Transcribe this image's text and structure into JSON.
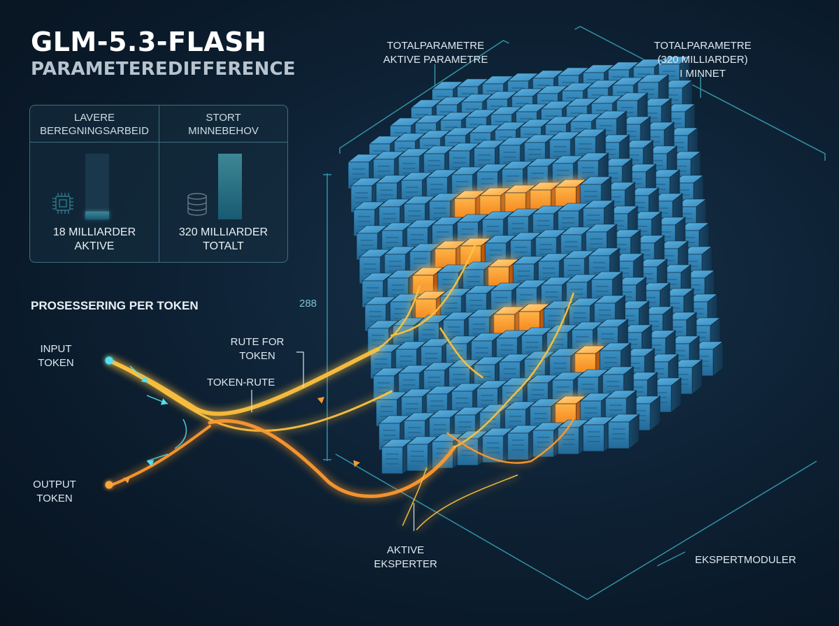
{
  "title": "GLM-5.3-FLASH",
  "subtitle": "PARAMETEREDIFFERENCE",
  "comparison": {
    "compute": {
      "heading": "LAVERE\nBEREGNINGSARBEID",
      "value_label": "18 MILLIARDER\nAKTIVE",
      "fill_fraction": 0.12,
      "icon": "chip-icon"
    },
    "memory": {
      "heading": "STORT\nMINNEBEHOV",
      "value_label": "320 MILLIARDER\nTOTALT",
      "fill_fraction": 1.0,
      "icon": "database-icon"
    }
  },
  "section_label": "PROSESSERING PER TOKEN",
  "labels": {
    "input_token": "INPUT\nTOKEN",
    "output_token": "OUTPUT\nTOKEN",
    "route_for_token": "RUTE FOR\nTOKEN",
    "token_route": "TOKEN-RUTE",
    "active_experts": "AKTIVE\nEKSPERTER",
    "expert_modules": "EKSPERTMODULER",
    "total_active_params": "TOTALPARAMETRE\nAKTIVE PARAMETRE",
    "total_params_memory": "TOTALPARAMETRE\n(320 MILLIARDER)\nI MINNET",
    "dimension": "288"
  },
  "colors": {
    "background": "#0b1c2c",
    "block_face": "#2f7fb0",
    "block_dark": "#173e5c",
    "active_orange": "#ff9a2e",
    "route_glow": "#ffc340",
    "cyan": "#52e0ef"
  },
  "expert_grid": {
    "rows": 13,
    "cols": 10,
    "active": [
      [
        2,
        4
      ],
      [
        2,
        5
      ],
      [
        2,
        6
      ],
      [
        2,
        7
      ],
      [
        2,
        8
      ],
      [
        4,
        3
      ],
      [
        4,
        4
      ],
      [
        5,
        5
      ],
      [
        7,
        5
      ],
      [
        7,
        6
      ],
      [
        9,
        8
      ],
      [
        11,
        7
      ],
      [
        5,
        2
      ],
      [
        6,
        2
      ]
    ]
  }
}
